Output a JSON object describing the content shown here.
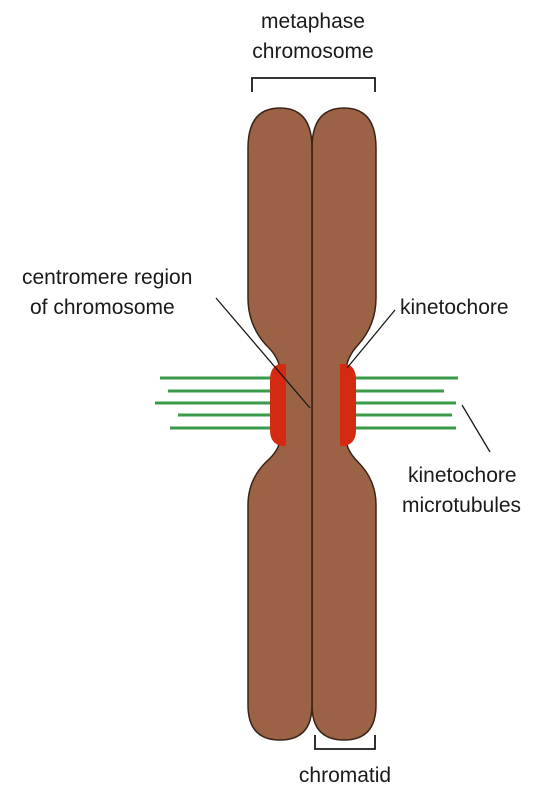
{
  "labels": {
    "metaphase_chromosome_line1": "metaphase",
    "metaphase_chromosome_line2": "chromosome",
    "centromere_line1": "centromere region",
    "centromere_line2": "of chromosome",
    "kinetochore": "kinetochore",
    "microtubules_line1": "kinetochore",
    "microtubules_line2": "microtubules",
    "chromatid": "chromatid"
  },
  "colors": {
    "chromatid_fill": "#9b6246",
    "chromatid_outline": "#3a2418",
    "kinetochore": "#d42a12",
    "microtubule": "#3a9a4a",
    "text": "#1a1a1a",
    "background": "#ffffff"
  }
}
